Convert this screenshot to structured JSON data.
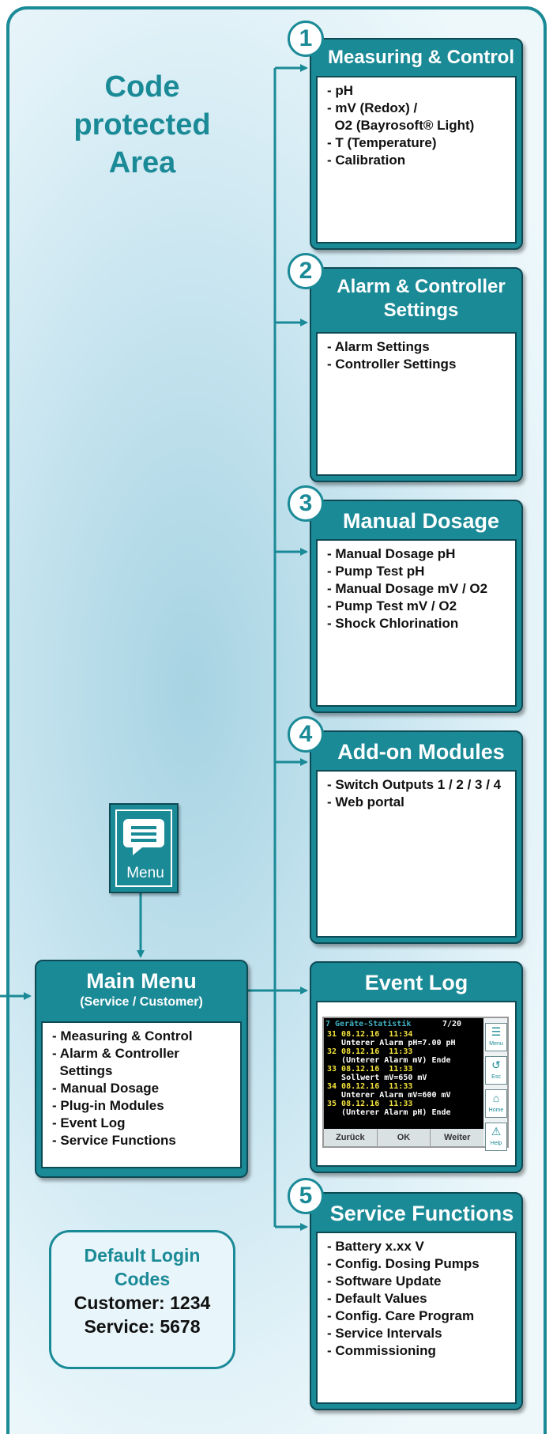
{
  "area_title": [
    "Code",
    "protected",
    "Area"
  ],
  "sections": [
    {
      "number": "1",
      "title": [
        "Measuring & Control"
      ],
      "items": [
        "- pH",
        "- mV (Redox) /",
        "  O2 (Bayrosoft® Light)",
        "- T (Temperature)",
        "- Calibration"
      ]
    },
    {
      "number": "2",
      "title": [
        "Alarm & Controller",
        "Settings"
      ],
      "items": [
        "- Alarm Settings",
        "- Controller Settings"
      ]
    },
    {
      "number": "3",
      "title": [
        "Manual Dosage"
      ],
      "items": [
        "- Manual Dosage pH",
        "- Pump Test pH",
        "- Manual Dosage mV / O2",
        "- Pump Test mV / O2",
        "- Shock Chlorination"
      ]
    },
    {
      "number": "4",
      "title": [
        "Add-on Modules"
      ],
      "items": [
        "- Switch Outputs 1 / 2 / 3 / 4",
        "- Web portal"
      ]
    },
    {
      "number": "",
      "title": [
        "Event Log"
      ],
      "items": []
    },
    {
      "number": "5",
      "title": [
        "Service Functions"
      ],
      "items": [
        "- Battery x.xx V",
        "- Config. Dosing Pumps",
        "- Software Update",
        "- Default Values",
        "- Config. Care Program",
        "- Service Intervals",
        "- Commissioning"
      ]
    }
  ],
  "menu_button": {
    "label": "Menu",
    "icon": "menu-speech-icon"
  },
  "main_menu": {
    "title": "Main Menu",
    "subtitle": "(Service / Customer)",
    "items": [
      "- Measuring & Control",
      "- Alarm & Controller",
      "  Settings",
      "- Manual Dosage",
      "- Plug-in Modules",
      "- Event Log",
      "- Service Functions"
    ]
  },
  "login": {
    "title": [
      "Default Login",
      "Codes"
    ],
    "customer": "Customer: 1234",
    "service": "Service: 5678"
  },
  "event_screen": {
    "header": "7 Geräte-Statistik",
    "page": "7/20",
    "lines": [
      {
        "text": "31 08.12.16  11:34",
        "style": "y"
      },
      {
        "text": "   Unterer Alarm pH=7.00 pH",
        "style": "w"
      },
      {
        "text": "32 08.12.16  11:33",
        "style": "y"
      },
      {
        "text": "   (Unterer Alarm mV) Ende",
        "style": "w"
      },
      {
        "text": "33 08.12.16  11:33",
        "style": "y"
      },
      {
        "text": "   Sollwert mV=650 mV",
        "style": "w"
      },
      {
        "text": "34 08.12.16  11:33",
        "style": "y"
      },
      {
        "text": "   Unterer Alarm mV=600 mV",
        "style": "w"
      },
      {
        "text": "35 08.12.16  11:33",
        "style": "y"
      },
      {
        "text": "   (Unterer Alarm pH) Ende",
        "style": "w"
      }
    ],
    "side_buttons": [
      "Menu",
      "Esc",
      "Home",
      "Help"
    ],
    "bottom_buttons": [
      "Zurück",
      "OK",
      "Weiter"
    ]
  },
  "colors": {
    "teal": "#1b8a97",
    "dark": "#0d4a54"
  }
}
